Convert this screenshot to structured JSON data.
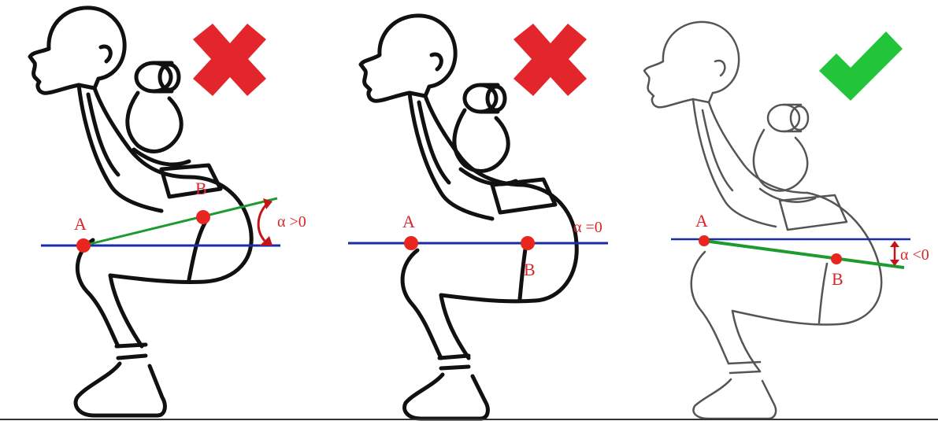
{
  "panels": [
    {
      "id": "panel-1",
      "verdict": "incorrect",
      "verdict_icon": "red-x-icon",
      "point_a_label": "A",
      "point_b_label": "B",
      "angle_label": "α >0",
      "figure_style": "bold"
    },
    {
      "id": "panel-2",
      "verdict": "incorrect",
      "verdict_icon": "red-x-icon",
      "point_a_label": "A",
      "point_b_label": "B",
      "angle_label": "α =0",
      "figure_style": "bold"
    },
    {
      "id": "panel-3",
      "verdict": "correct",
      "verdict_icon": "green-check-icon",
      "point_a_label": "A",
      "point_b_label": "B",
      "angle_label": "α <0",
      "figure_style": "light"
    }
  ],
  "colors": {
    "cross": "#e2262b",
    "check": "#22c43a",
    "horizontal_line": "#1b2aa8",
    "hip_knee_line": "#1e9b2e",
    "point": "#e8261f",
    "label": "#d8262b",
    "arrow": "#c4141a"
  }
}
